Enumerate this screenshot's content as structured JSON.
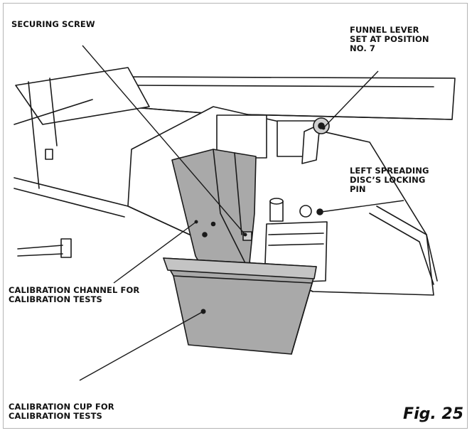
{
  "labels": {
    "securing_screw": [
      "SECURING SCREW"
    ],
    "funnel_lever": [
      "FUNNEL LEVER",
      "SET AT POSITION",
      "NO. 7"
    ],
    "locking_pin": [
      "LEFT SPREADING",
      "DISC’S LOCKING",
      "PIN"
    ],
    "calibration_channel": [
      "CALIBRATION CHANNEL FOR",
      "CALIBRATION TESTS"
    ],
    "calibration_cup": [
      "CALIBRATION CUP FOR",
      "CALIBRATION TESTS"
    ]
  },
  "figure_caption": "Fig. 25",
  "colors": {
    "part_fill": "#a9a9a9",
    "part_dark": "#8e8e8e",
    "line": "#1a1a1a"
  }
}
